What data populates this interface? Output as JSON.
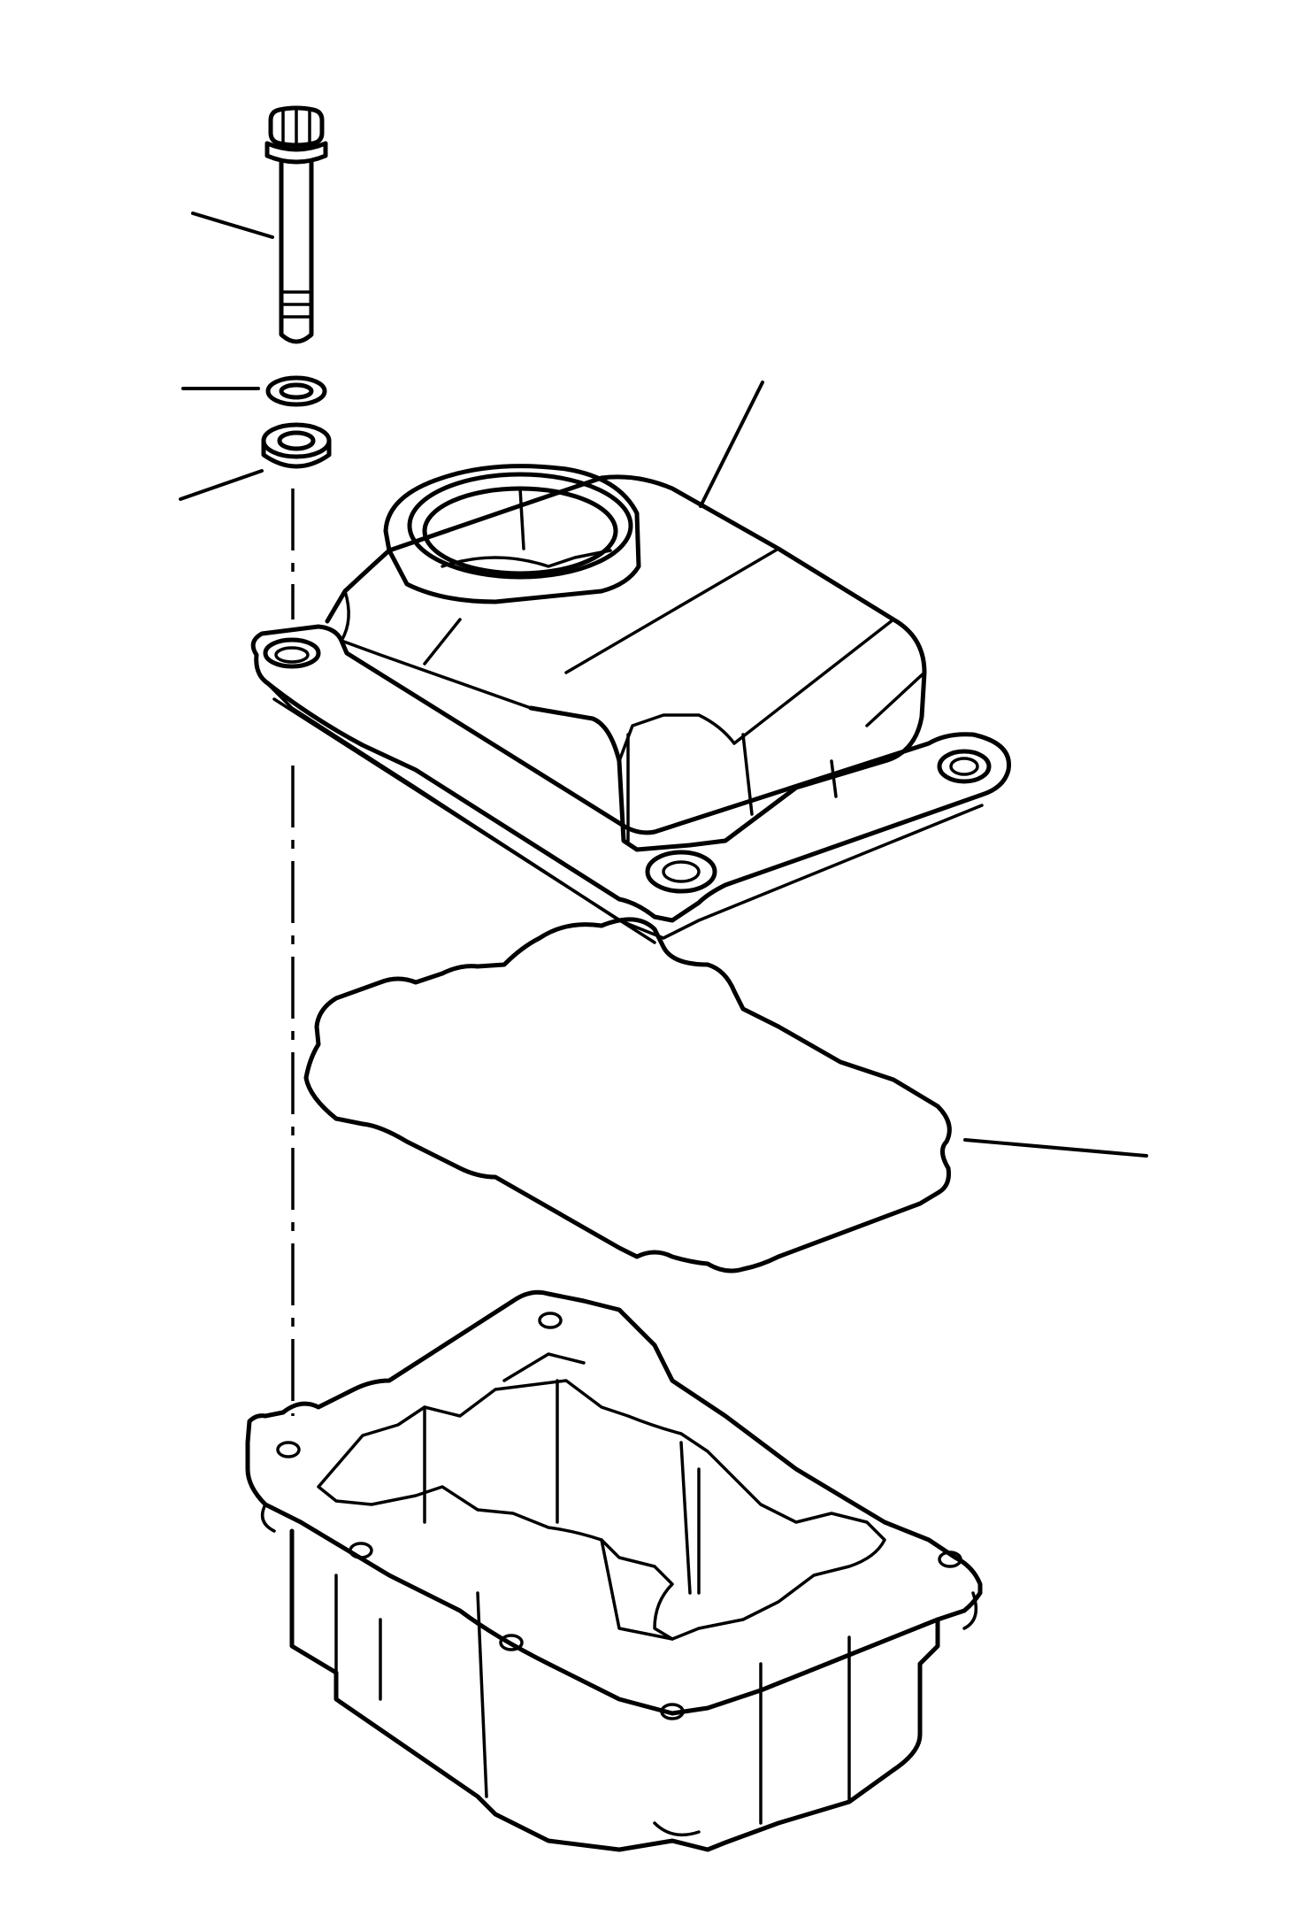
{
  "diagram": {
    "type": "exploded-parts-view",
    "colors": {
      "ink": "#000000",
      "paper": "#ffffff"
    },
    "parts": [
      {
        "id": "bolt",
        "icon": "bolt-icon"
      },
      {
        "id": "washer",
        "icon": "washer-icon"
      },
      {
        "id": "spacer",
        "icon": "spacer-icon"
      },
      {
        "id": "cover",
        "icon": "cover-icon"
      },
      {
        "id": "gasket",
        "icon": "gasket-icon"
      },
      {
        "id": "case",
        "icon": "case-icon"
      }
    ],
    "callout_labels": []
  }
}
